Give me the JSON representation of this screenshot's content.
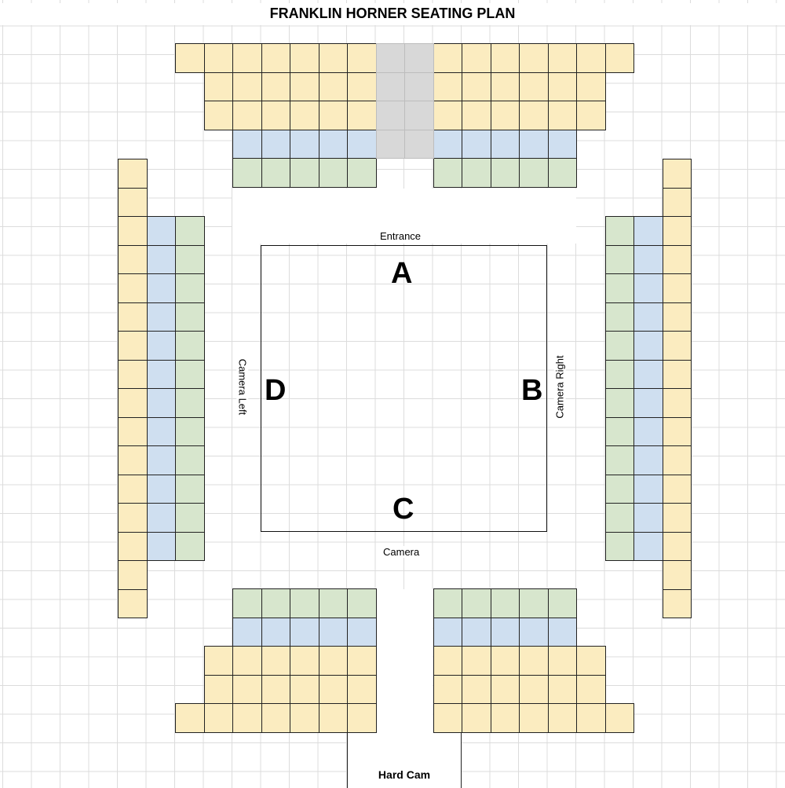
{
  "title": "FRANKLIN HORNER SEATING PLAN",
  "stage": {
    "sides": {
      "top": "A",
      "right": "B",
      "bottom": "C",
      "left": "D"
    },
    "captions": {
      "top": "Entrance",
      "right": "Camera Right",
      "bottom": "Camera",
      "left": "Camera Left"
    }
  },
  "hard_cam": {
    "label": "Hard Cam"
  },
  "seat_colors": {
    "yellow": "#fbecc0",
    "blue": "#cfdff0",
    "green": "#d7e6cd",
    "grey": "#d8d8d8"
  }
}
